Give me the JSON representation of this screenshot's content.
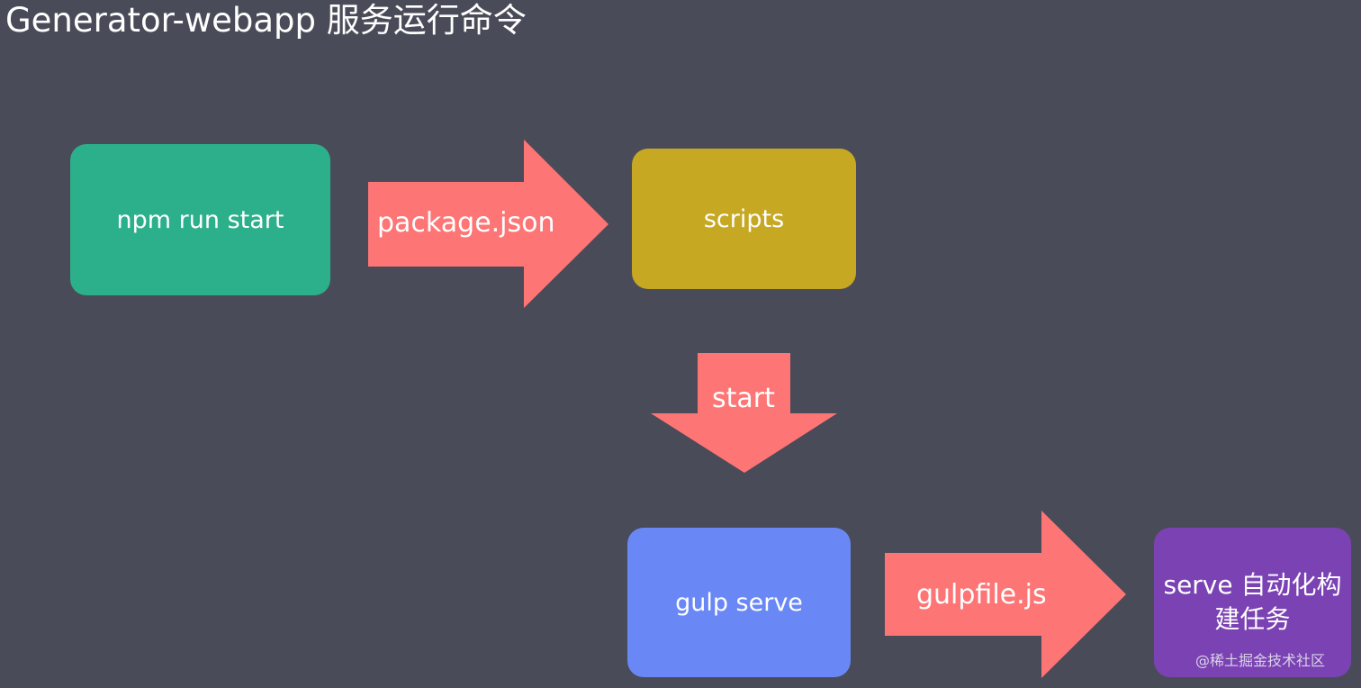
{
  "title": "Generator-webapp 服务运行命令",
  "boxes": {
    "npm": "npm run start",
    "scripts": "scripts",
    "gulp": "gulp serve",
    "serve": "serve 自动化构建任务"
  },
  "arrows": {
    "package": "package.json",
    "start": "start",
    "gulpfile": "gulpfile.js"
  },
  "watermark": "@稀土掘金技术社区",
  "colors": {
    "background": "#4a4b58",
    "arrow": "#fe7575",
    "npm_box": "#2bb08b",
    "scripts_box": "#c6a823",
    "gulp_box": "#6988f5",
    "serve_box": "#7b42b4"
  }
}
